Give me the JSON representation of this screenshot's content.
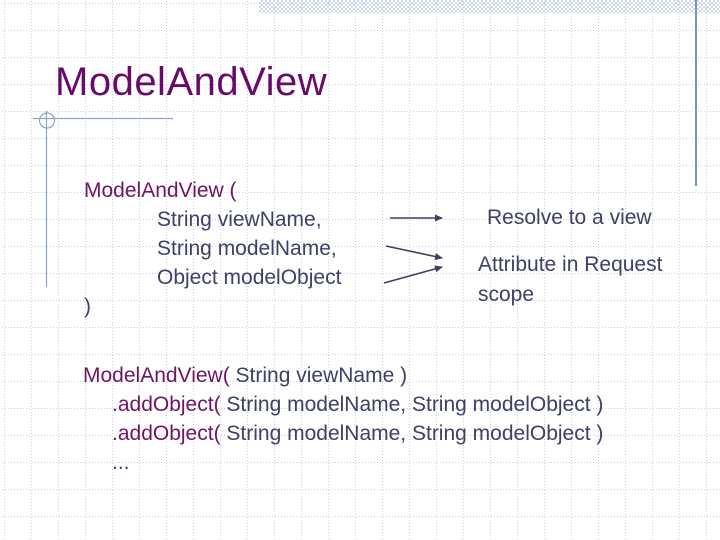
{
  "slide": {
    "title": "ModelAndView",
    "constructor_block": {
      "opening": "ModelAndView (",
      "params": [
        "String viewName,",
        "String modelName,",
        "Object modelObject"
      ],
      "closing": ")"
    },
    "annotations": {
      "resolve": "Resolve to a view",
      "attribute_line1": "Attribute in Request",
      "attribute_line2": "scope"
    },
    "builder_block": {
      "line1_accent": "ModelAndView(",
      "line1_rest": " String viewName )",
      "line2_accent": ".addObject(",
      "line2_rest": " String modelName, String modelObject )",
      "line3_accent": ".addObject(",
      "line3_rest": " String modelName, String modelObject )",
      "ellipsis": "..."
    },
    "colors": {
      "title": "#690a69",
      "code_accent": "#701562",
      "body_text": "#3e4065",
      "grid_line": "#c7cfe3",
      "top_band": "#c9d7e9",
      "right_rule": "#7893bd",
      "decoration": "#8fa3c7"
    }
  }
}
